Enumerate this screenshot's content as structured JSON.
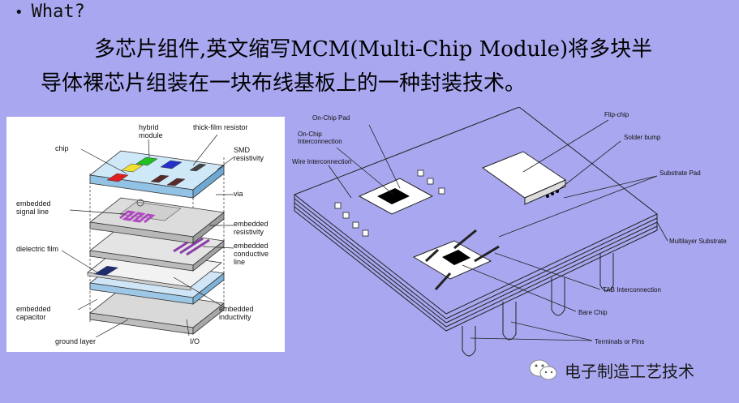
{
  "heading": {
    "bullet": "•",
    "text": "What?"
  },
  "paragraph": {
    "line1": "多芯片组件,英文缩写MCM(Multi-Chip Module)将多块半",
    "line2": "导体裸芯片组装在一块布线基板上的一种封装技术。"
  },
  "left_figure": {
    "labels": {
      "hybrid_module": [
        "hybrid",
        "module"
      ],
      "thick_film_resistor": "thick-film resistor",
      "chip": "chip",
      "smd_resistivity": [
        "SMD",
        "resistivity"
      ],
      "via": "via",
      "embedded_signal_line": [
        "embedded",
        "signal line"
      ],
      "embedded_resistivity": [
        "embedded",
        "resistivity"
      ],
      "dielectric_film": "dielectric film",
      "embedded_conductive_line": [
        "embedded",
        "conductive",
        "line"
      ],
      "embedded_capacitor": [
        "embedded",
        "capacitor"
      ],
      "embedded_inductivity": [
        "embedded",
        "inductivity"
      ],
      "ground_layer": "ground layer",
      "io": "I/O"
    }
  },
  "right_figure": {
    "labels": {
      "on_chip_pad": "On-Chip Pad",
      "on_chip_interconnection": [
        "On-Chip",
        "Interconnection"
      ],
      "wire_interconnection": "Wire Interconnection",
      "flip_chip": "Flip-chip",
      "solder_bump": "Solder bump",
      "substrate_pad": "Substrate Pad",
      "multilayer_substrate": "Multilayer Substrate",
      "tab_interconnection": "TAB Interconnection",
      "bare_chip": "Bare Chip",
      "terminals_or_pins": "Terminals or Pins"
    }
  },
  "footer": {
    "brand": "电子制造工艺技术",
    "icon": "wechat-icon"
  }
}
